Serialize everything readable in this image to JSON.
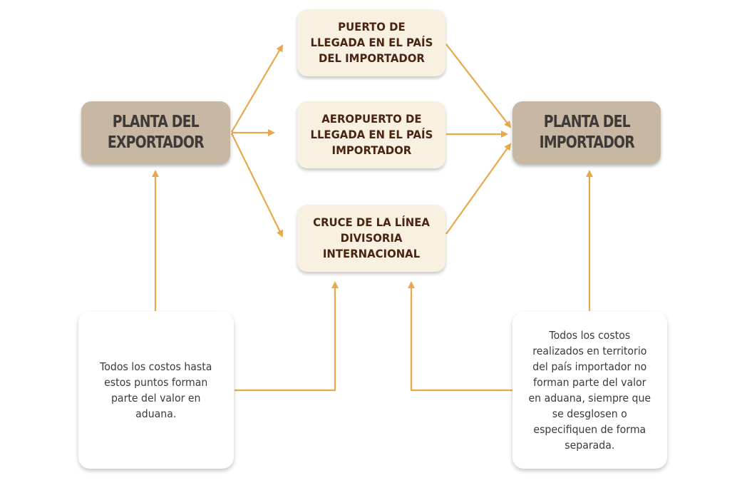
{
  "diagram": {
    "exporter_plant": "PLANTA DEL\nEXPORTADOR",
    "importer_plant": "PLANTA DEL\nIMPORTADOR",
    "port": "PUERTO DE\nLLEGADA EN EL PAÍS\nDEL IMPORTADOR",
    "airport": "AEROPUERTO DE\nLLEGADA EN EL PAÍS\nIMPORTADOR",
    "border": "CRUCE DE LA LÍNEA\nDIVISORIA\nINTERNACIONAL",
    "note_left": "Todos los costos hasta\nestos puntos forman\nparte del valor en\naduana.",
    "note_right": "Todos los costos\nrealizados en territorio\ndel país importador no\nforman parte del valor\nen aduana, siempre que\nse desglosen o\nespecifiquen de forma\nseparada."
  },
  "colors": {
    "arrow": "#e8a84c",
    "plant_fill": "#c8b8a3",
    "dest_fill": "#f8f1e1",
    "dest_text": "#4a2412",
    "plant_text": "#3d3a37"
  }
}
